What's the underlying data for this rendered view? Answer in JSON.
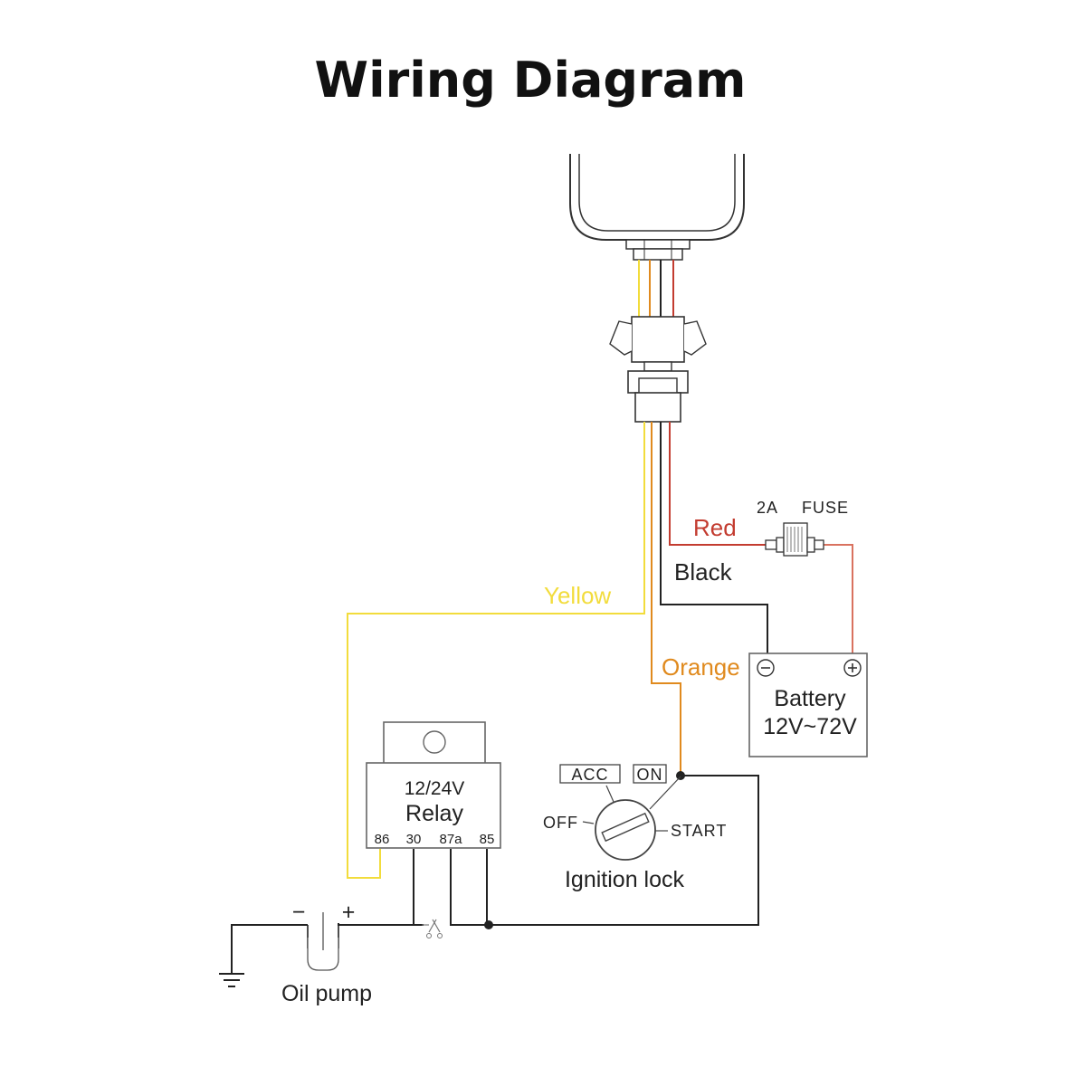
{
  "title": "Wiring Diagram",
  "colors": {
    "yellow": "#f2dc3c",
    "orange": "#e08a1e",
    "red": "#c33c30",
    "black": "#222222",
    "fuse_red": "#d9725f"
  },
  "wires": {
    "red": "Red",
    "black": "Black",
    "yellow": "Yellow",
    "orange": "Orange"
  },
  "fuse": {
    "rating": "2A",
    "label": "FUSE"
  },
  "battery": {
    "name": "Battery",
    "voltage": "12V~72V",
    "minus": "−",
    "plus": "+"
  },
  "relay": {
    "voltage": "12/24V",
    "name": "Relay",
    "pins": [
      "86",
      "30",
      "87a",
      "85"
    ]
  },
  "ignition": {
    "name": "Ignition lock",
    "acc": "ACC",
    "on": "ON",
    "off": "OFF",
    "start": "START"
  },
  "pump": {
    "name": "Oil pump",
    "minus": "−",
    "plus": "+"
  },
  "icons": [
    "tracker-device-icon",
    "connector-plug-icon",
    "inline-fuse-icon",
    "battery-icon",
    "relay-icon",
    "ignition-switch-icon",
    "oil-pump-icon",
    "ground-icon",
    "switch-contact-icon"
  ]
}
